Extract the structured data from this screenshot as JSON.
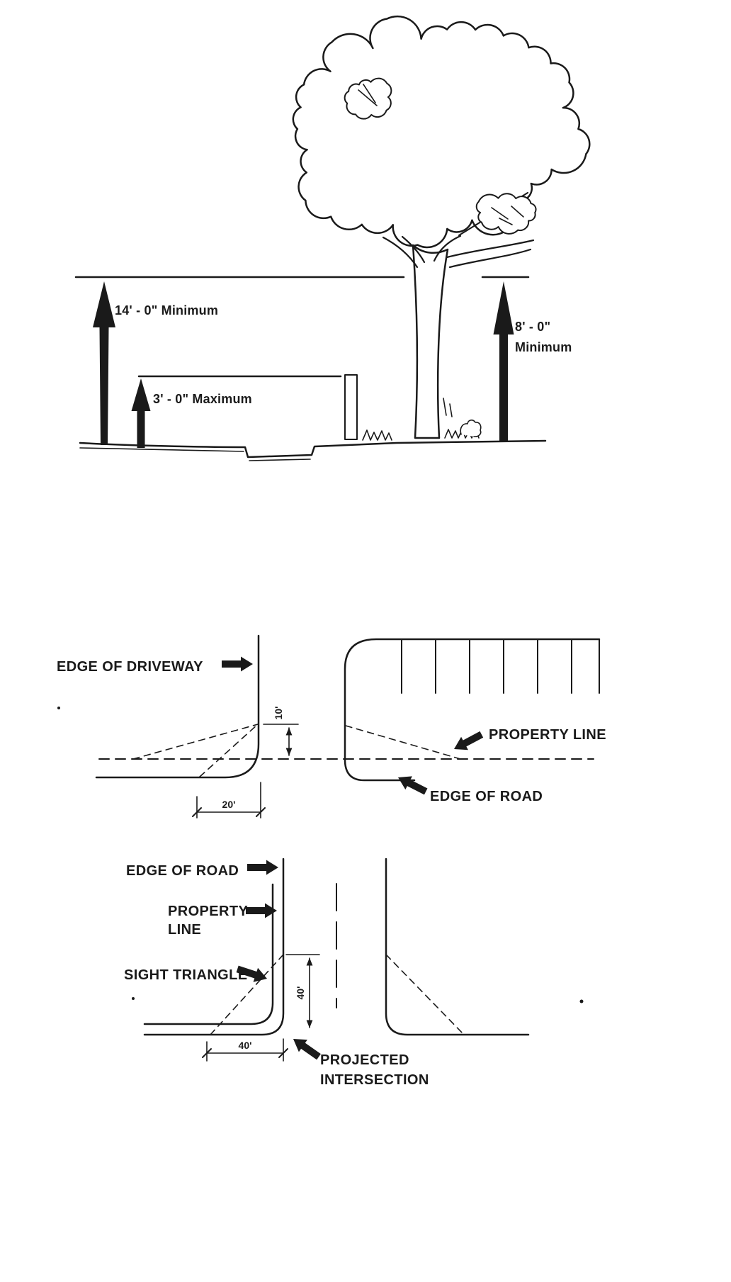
{
  "page": {
    "background": "#ffffff",
    "ink": "#1a1a1a"
  },
  "tree_diagram": {
    "canopy_clearance_label": "14' - 0\" Minimum",
    "hedge_height_label": "3' - 0\" Maximum",
    "branch_clearance_label_line1": "8' - 0\"",
    "branch_clearance_label_line2": "Minimum"
  },
  "driveway_diagram": {
    "edge_of_driveway_label": "EDGE OF DRIVEWAY",
    "property_line_label": "PROPERTY LINE",
    "edge_of_road_label": "EDGE OF ROAD",
    "setback_dimension": "10'",
    "offset_dimension": "20'"
  },
  "intersection_diagram": {
    "edge_of_road_label": "EDGE OF ROAD",
    "property_line_label_line1": "PROPERTY",
    "property_line_label_line2": "LINE",
    "sight_triangle_label": "SIGHT TRIANGLE",
    "vertical_dimension": "40'",
    "horizontal_dimension": "40'",
    "projected_intersection_label_line1": "PROJECTED",
    "projected_intersection_label_line2": "INTERSECTION"
  }
}
